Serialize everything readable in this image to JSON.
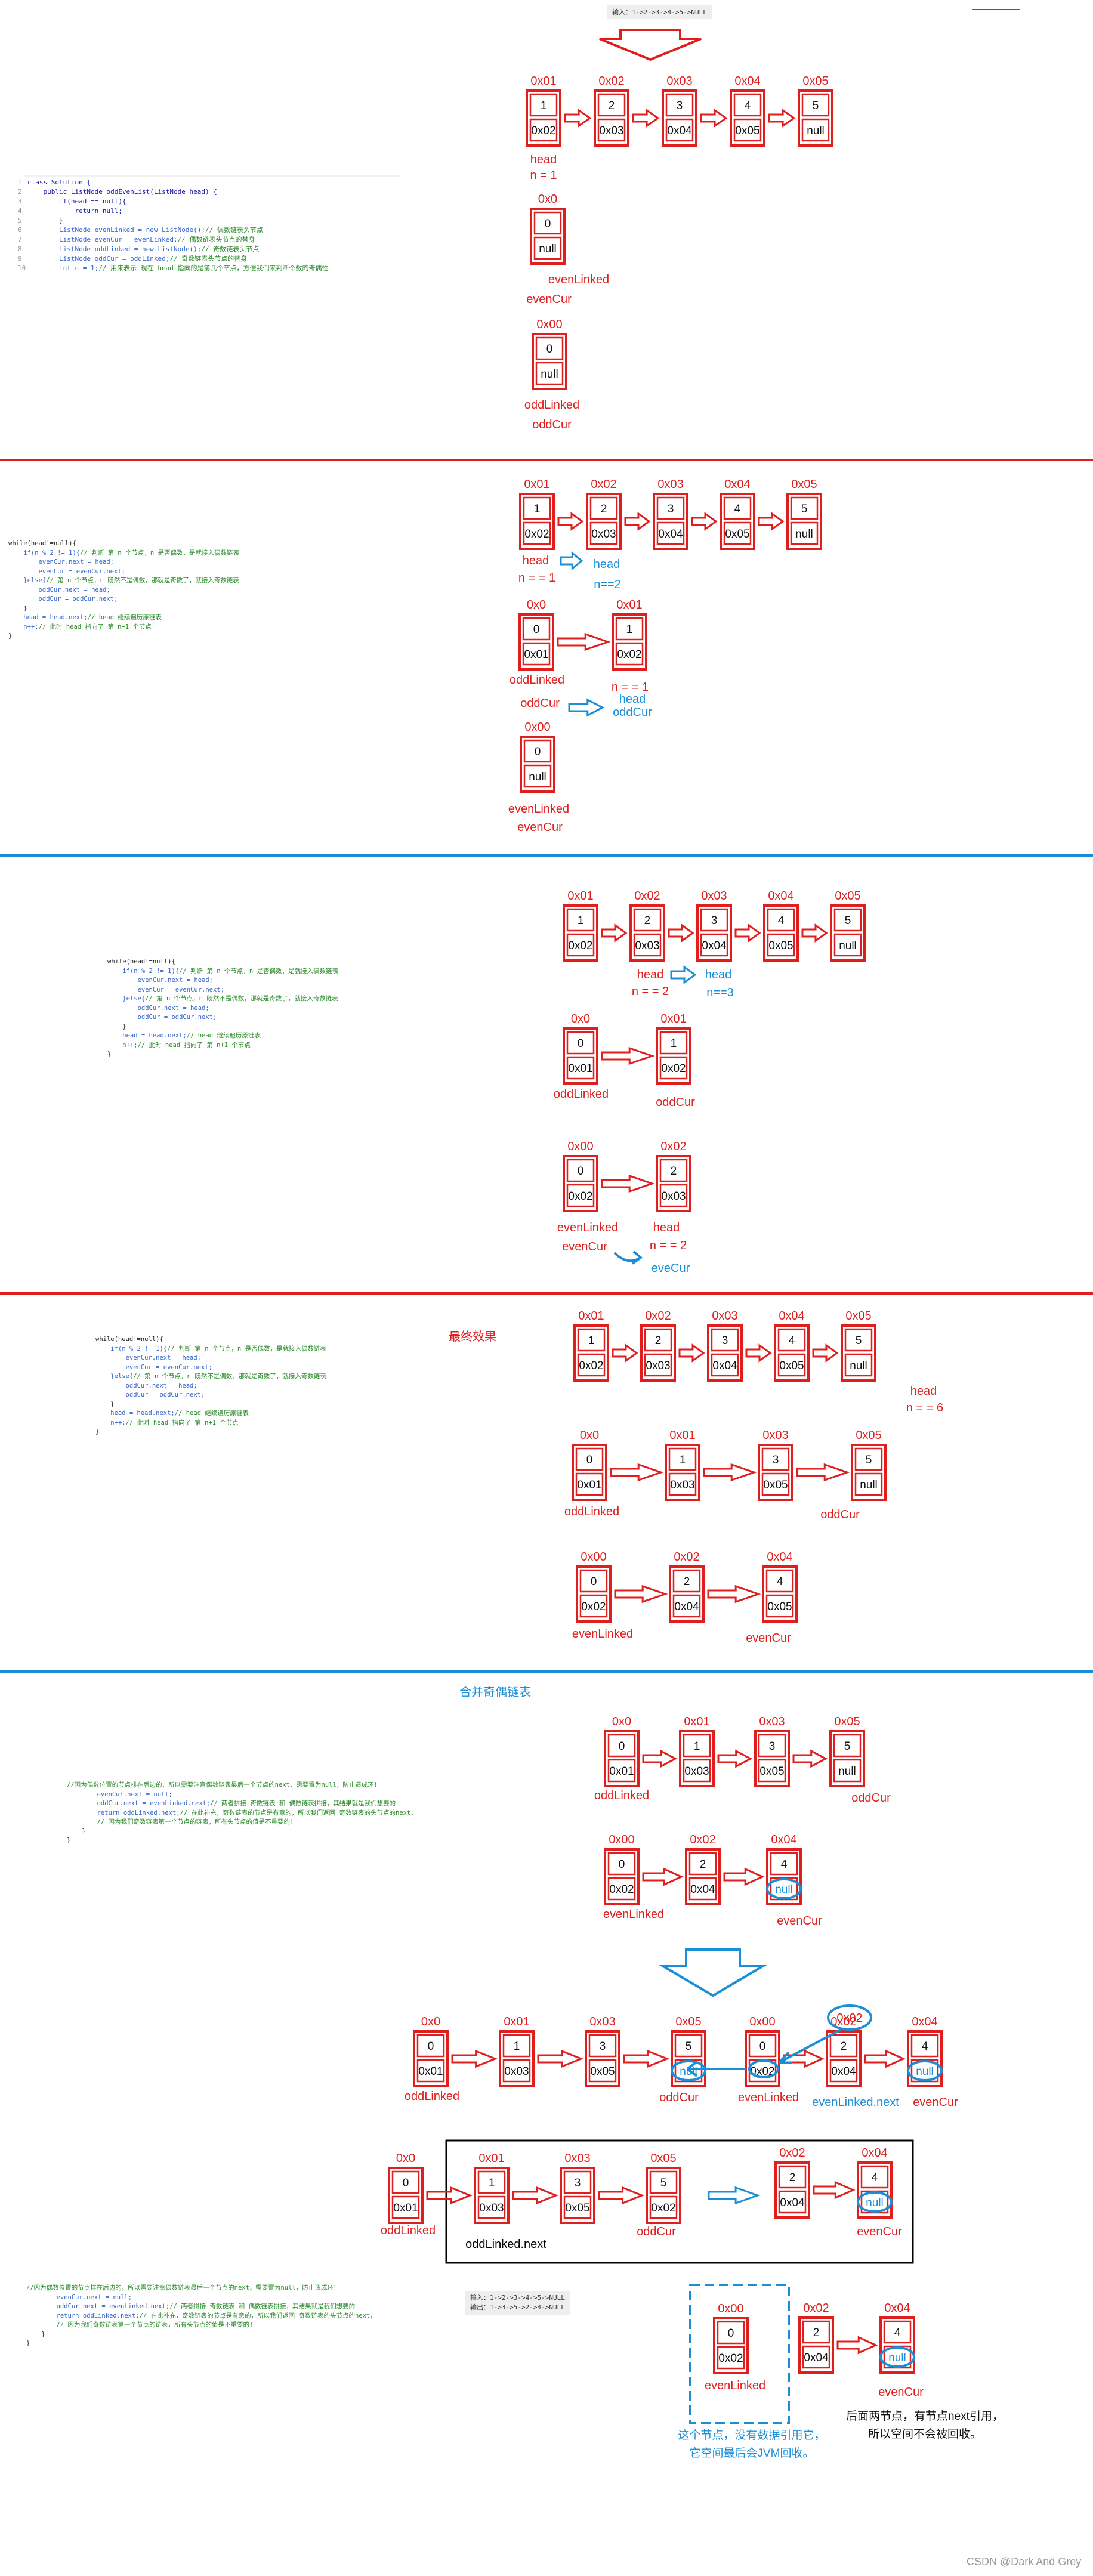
{
  "colors": {
    "red": "#e01e1e",
    "blue": "#1a8fd8",
    "black": "#000000",
    "code_blue": "#3366cc",
    "code_green": "#2a8a2a"
  },
  "io_top": "输入：1->2->3->4->5->NULL",
  "io_bottom": [
    "输入：1->2->3->4->5->NULL",
    "输出：1->3->5->2->4->NULL"
  ],
  "section_titles": {
    "final": "最终效果",
    "merge": "合并奇偶链表"
  },
  "watermark": "CSDN @Dark And Grey",
  "notes": {
    "orphan": [
      "这个节点，没有数据引用它，",
      "它空间最后会JVM回收。"
    ],
    "tail": [
      "后面两节点，有节点next引用，",
      "所以空间不会被回收。"
    ]
  },
  "code": {
    "class_block": [
      [
        [
          "class Solution {",
          "kw"
        ]
      ],
      [
        [
          "    public ListNode oddEvenList(ListNode head) {",
          "kw"
        ]
      ],
      [
        [
          "        if(head == null){",
          "kw"
        ]
      ],
      [
        [
          "            return null;",
          "kw"
        ]
      ],
      [
        [
          "        }",
          ""
        ]
      ],
      [
        [
          "        ListNode evenLinked = new ListNode();",
          "bl"
        ],
        [
          "// 偶数链表头节点",
          "cm"
        ]
      ],
      [
        [
          "        ListNode evenCur = evenLinked;",
          "bl"
        ],
        [
          "// 偶数链表头节点的替身",
          "cm"
        ]
      ],
      [
        [
          "        ListNode oddLinked = new ListNode();",
          "bl"
        ],
        [
          "// 奇数链表头节点",
          "cm"
        ]
      ],
      [
        [
          "        ListNode oddCur = oddLinked;",
          "bl"
        ],
        [
          "// 奇数链表头节点的替身",
          "cm"
        ]
      ],
      [
        [
          "        int n = 1;",
          "bl"
        ],
        [
          "// 用来表示 现在 head 指向的是第几个节点，方便我们来判断个数的奇偶性",
          "cm"
        ]
      ]
    ],
    "while_block": [
      [
        [
          "while(head!=null){",
          ""
        ]
      ],
      [
        [
          "    if(n % 2 != 1){",
          "bl"
        ],
        [
          "// 判断 第 n 个节点，n 是否偶数，是就接入偶数链表",
          "cm"
        ]
      ],
      [
        [
          "        evenCur.next = head;",
          "bl"
        ]
      ],
      [
        [
          "        evenCur = evenCur.next;",
          "bl"
        ]
      ],
      [
        [
          "    }else{",
          "bl"
        ],
        [
          "// 第 n 个节点，n 既然不是偶数，那就是奇数了，就接入奇数链表",
          "cm"
        ]
      ],
      [
        [
          "        oddCur.next = head;",
          "bl"
        ]
      ],
      [
        [
          "        oddCur = oddCur.next;",
          "bl"
        ]
      ],
      [
        [
          "    }",
          ""
        ]
      ],
      [
        [
          "    head = head.next;",
          "bl"
        ],
        [
          "// head 继续遍历原链表",
          "cm"
        ]
      ],
      [
        [
          "    n++;",
          "bl"
        ],
        [
          "// 此时 head 指向了 第 n+1 个节点",
          "cm"
        ]
      ],
      [
        [
          "}",
          ""
        ]
      ]
    ],
    "while_block_2": [
      [
        [
          "while(head!=null){",
          ""
        ]
      ],
      [
        [
          "    if(n % 2 != 1){",
          "bl"
        ],
        [
          "// 判断 第 n 个节点，n 是否偶数，是就接入偶数链表",
          "cm"
        ]
      ],
      [
        [
          "        evenCur.next = head;",
          "bl"
        ]
      ],
      [
        [
          "        evenCur = evenCur.next;",
          "bl"
        ]
      ],
      [
        [
          "    }else{",
          "bl"
        ],
        [
          "// 第 n 个节点，n 既然不是偶数，那就是奇数了，就接入奇数链表",
          "cm"
        ]
      ],
      [
        [
          "        oddCur.next = head;",
          "bl"
        ]
      ],
      [
        [
          "        oddCur = oddCur.next;",
          "bl"
        ]
      ],
      [
        [
          "    }",
          ""
        ]
      ],
      [
        [
          "    head = head.next;",
          "bl"
        ],
        [
          "// head 继续遍历原链表",
          "cm"
        ]
      ],
      [
        [
          "    n++;",
          "bl"
        ],
        [
          "// 此时 head 指向了 第 n+1 个节点",
          "cm"
        ]
      ],
      [
        [
          "}",
          ""
        ]
      ]
    ],
    "merge_block": [
      [
        [
          "//因为偶数位置的节点排在后边的，所以需要注意偶数链表最后一个节点的next，需要置为null，防止造成环！",
          "cm"
        ]
      ],
      [
        [
          "        evenCur.next = null;",
          "bl"
        ]
      ],
      [
        [
          "        oddCur.next = evenLinked.next;",
          "bl"
        ],
        [
          "// 两者拼接 奇数链表 和 偶数链表拼接，其结果就是我们想要的",
          "cm"
        ]
      ],
      [
        [
          "",
          ""
        ]
      ],
      [
        [
          "        return oddLinked.next;",
          "bl"
        ],
        [
          "// 在此补充，奇数链表的节点是有意的，所以我们返回 奇数链表的头节点的next，",
          "cm"
        ]
      ],
      [
        [
          "        // 因为我们奇数链表第一个节点的链表，所有头节点的值是不重要的!",
          "cm"
        ]
      ],
      [
        [
          "    }",
          ""
        ]
      ],
      [
        [
          "}",
          ""
        ]
      ]
    ]
  },
  "diagrams": {
    "s1": {
      "list": [
        {
          "addr": "0x01",
          "val": "1",
          "nxt": "0x02"
        },
        {
          "addr": "0x02",
          "val": "2",
          "nxt": "0x03"
        },
        {
          "addr": "0x03",
          "val": "3",
          "nxt": "0x04"
        },
        {
          "addr": "0x04",
          "val": "4",
          "nxt": "0x05"
        },
        {
          "addr": "0x05",
          "val": "5",
          "nxt": "null"
        }
      ],
      "head_label": "head",
      "n_label": "n = 1",
      "even": {
        "addr": "0x0",
        "val": "0",
        "nxt": "null",
        "labels": [
          "evenLinked",
          "evenCur"
        ]
      },
      "odd": {
        "addr": "0x00",
        "val": "0",
        "nxt": "null",
        "labels": [
          "oddLinked",
          "oddCur"
        ]
      }
    },
    "s2": {
      "list": [
        {
          "addr": "0x01",
          "val": "1",
          "nxt": "0x02"
        },
        {
          "addr": "0x02",
          "val": "2",
          "nxt": "0x03"
        },
        {
          "addr": "0x03",
          "val": "3",
          "nxt": "0x04"
        },
        {
          "addr": "0x04",
          "val": "4",
          "nxt": "0x05"
        },
        {
          "addr": "0x05",
          "val": "5",
          "nxt": "null"
        }
      ],
      "head_label": "head",
      "n_label": "n = = 1",
      "head2": "head",
      "n2": "n==2",
      "odd_row": [
        {
          "addr": "0x0",
          "val": "0",
          "nxt": "0x01"
        },
        {
          "addr": "0x01",
          "val": "1",
          "nxt": "0x02"
        }
      ],
      "odd_labels": [
        "oddLinked",
        "oddCur"
      ],
      "n3": "n = = 1",
      "head3": "head",
      "oddCur2": "oddCur",
      "even": {
        "addr": "0x00",
        "val": "0",
        "nxt": "null",
        "labels": [
          "evenLinked",
          "evenCur"
        ]
      }
    },
    "s3": {
      "list": [
        {
          "addr": "0x01",
          "val": "1",
          "nxt": "0x02"
        },
        {
          "addr": "0x02",
          "val": "2",
          "nxt": "0x03"
        },
        {
          "addr": "0x03",
          "val": "3",
          "nxt": "0x04"
        },
        {
          "addr": "0x04",
          "val": "4",
          "nxt": "0x05"
        },
        {
          "addr": "0x05",
          "val": "5",
          "nxt": "null"
        }
      ],
      "head_label": "head",
      "n_label": "n = = 2",
      "head2": "head",
      "n2": "n==3",
      "odd_row": [
        {
          "addr": "0x0",
          "val": "0",
          "nxt": "0x01"
        },
        {
          "addr": "0x01",
          "val": "1",
          "nxt": "0x02"
        }
      ],
      "odd_labels": [
        "oddLinked",
        "oddCur"
      ],
      "even_row": [
        {
          "addr": "0x00",
          "val": "0",
          "nxt": "0x02"
        },
        {
          "addr": "0x02",
          "val": "2",
          "nxt": "0x03"
        }
      ],
      "even_labels": [
        "evenLinked",
        "evenCur"
      ],
      "head3": "head",
      "n3": "n = = 2",
      "eveCur": "eveCur"
    },
    "s4": {
      "list": [
        {
          "addr": "0x01",
          "val": "1",
          "nxt": "0x02"
        },
        {
          "addr": "0x02",
          "val": "2",
          "nxt": "0x03"
        },
        {
          "addr": "0x03",
          "val": "3",
          "nxt": "0x04"
        },
        {
          "addr": "0x04",
          "val": "4",
          "nxt": "0x05"
        },
        {
          "addr": "0x05",
          "val": "5",
          "nxt": "null"
        }
      ],
      "head_label": "head",
      "n_label": "n = = 6",
      "odd_row": [
        {
          "addr": "0x0",
          "val": "0",
          "nxt": "0x01"
        },
        {
          "addr": "0x01",
          "val": "1",
          "nxt": "0x03"
        },
        {
          "addr": "0x03",
          "val": "3",
          "nxt": "0x05"
        },
        {
          "addr": "0x05",
          "val": "5",
          "nxt": "null"
        }
      ],
      "odd_labels": [
        "oddLinked",
        "oddCur"
      ],
      "even_row": [
        {
          "addr": "0x00",
          "val": "0",
          "nxt": "0x02"
        },
        {
          "addr": "0x02",
          "val": "2",
          "nxt": "0x04"
        },
        {
          "addr": "0x04",
          "val": "4",
          "nxt": "0x05"
        }
      ],
      "even_labels": [
        "evenLinked",
        "evenCur"
      ]
    },
    "s5": {
      "odd_row": [
        {
          "addr": "0x0",
          "val": "0",
          "nxt": "0x01"
        },
        {
          "addr": "0x01",
          "val": "1",
          "nxt": "0x03"
        },
        {
          "addr": "0x03",
          "val": "3",
          "nxt": "0x05"
        },
        {
          "addr": "0x05",
          "val": "5",
          "nxt": "null"
        }
      ],
      "odd_labels": [
        "oddLinked",
        "oddCur"
      ],
      "even_row": [
        {
          "addr": "0x00",
          "val": "0",
          "nxt": "0x02"
        },
        {
          "addr": "0x02",
          "val": "2",
          "nxt": "0x04"
        },
        {
          "addr": "0x04",
          "val": "4",
          "nxt": "null"
        }
      ],
      "even_labels": [
        "evenLinked",
        "evenCur"
      ]
    },
    "s6": {
      "row": [
        {
          "addr": "0x0",
          "val": "0",
          "nxt": "0x01"
        },
        {
          "addr": "0x01",
          "val": "1",
          "nxt": "0x03"
        },
        {
          "addr": "0x03",
          "val": "3",
          "nxt": "0x05"
        },
        {
          "addr": "0x05",
          "val": "5",
          "nxt": "null"
        },
        {
          "addr": "0x00",
          "val": "0",
          "nxt": "0x02"
        },
        {
          "addr": "0x02",
          "val": "2",
          "nxt": "0x04"
        },
        {
          "addr": "0x04",
          "val": "4",
          "nxt": "null"
        }
      ],
      "bubble": "0x02",
      "labels": [
        "oddLinked",
        "oddCur",
        "evenLinked",
        "evenLinked.next",
        "evenCur"
      ]
    },
    "s7": {
      "row": [
        {
          "addr": "0x0",
          "val": "0",
          "nxt": "0x01"
        },
        {
          "addr": "0x01",
          "val": "1",
          "nxt": "0x03"
        },
        {
          "addr": "0x03",
          "val": "3",
          "nxt": "0x05"
        },
        {
          "addr": "0x05",
          "val": "5",
          "nxt": "0x02"
        },
        {
          "addr": "0x02",
          "val": "2",
          "nxt": "0x04"
        },
        {
          "addr": "0x04",
          "val": "4",
          "nxt": "null"
        }
      ],
      "labels": [
        "oddLinked",
        "oddLinked.next",
        "oddCur",
        "evenCur"
      ]
    },
    "s8": {
      "orphan": {
        "addr": "0x00",
        "val": "0",
        "nxt": "0x02",
        "label": "evenLinked"
      },
      "tail": [
        {
          "addr": "0x02",
          "val": "2",
          "nxt": "0x04"
        },
        {
          "addr": "0x04",
          "val": "4",
          "nxt": "null"
        }
      ],
      "tail_label": "evenCur"
    }
  }
}
